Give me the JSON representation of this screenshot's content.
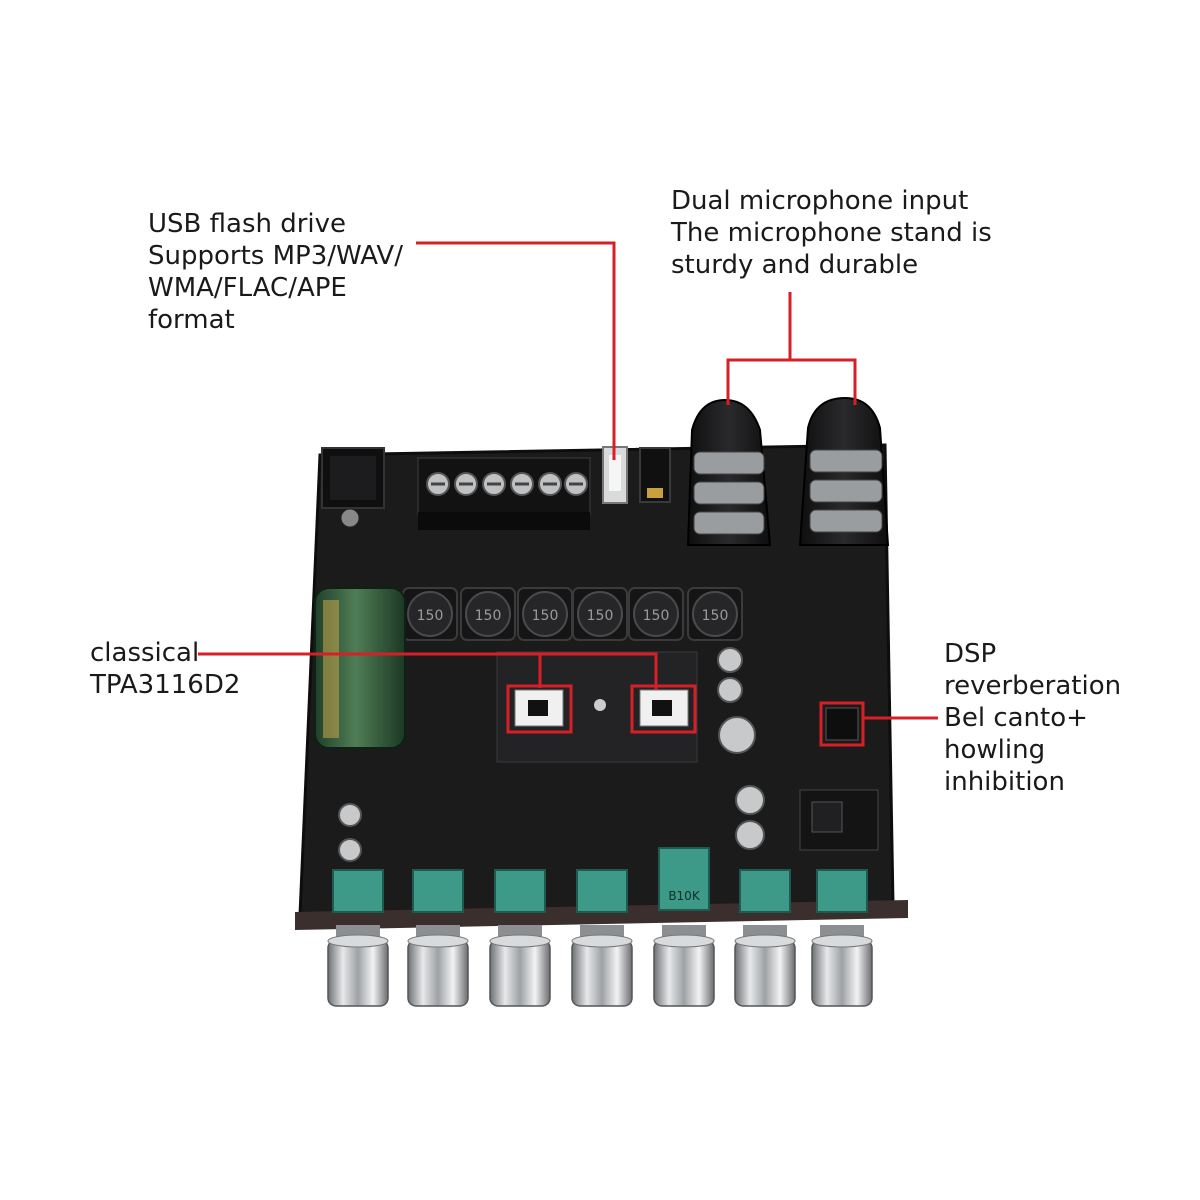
{
  "callouts": {
    "usb": {
      "lines": [
        "USB flash drive",
        "Supports MP3/WAV/",
        "WMA/FLAC/APE",
        "format"
      ]
    },
    "mic": {
      "lines": [
        "Dual microphone input",
        "The microphone stand is",
        "sturdy and durable"
      ]
    },
    "amp": {
      "lines": [
        "classical",
        "TPA3116D2"
      ]
    },
    "dsp": {
      "lines": [
        "DSP",
        "reverberation",
        "Bel canto+",
        "howling",
        "inhibition"
      ]
    }
  },
  "board": {
    "inductor_label": "150",
    "pot_label": "B10K",
    "inductor_count": 6,
    "knob_count": 7
  },
  "colors": {
    "leader": "#d61f26",
    "pcb": "#1b1b1c",
    "pcb_edge": "#0d0d0e",
    "capacitor": "#2f5a3a",
    "potentiometer": "#3e9a88",
    "knob": "#b9bcbf",
    "text": "#1a1a1a"
  }
}
